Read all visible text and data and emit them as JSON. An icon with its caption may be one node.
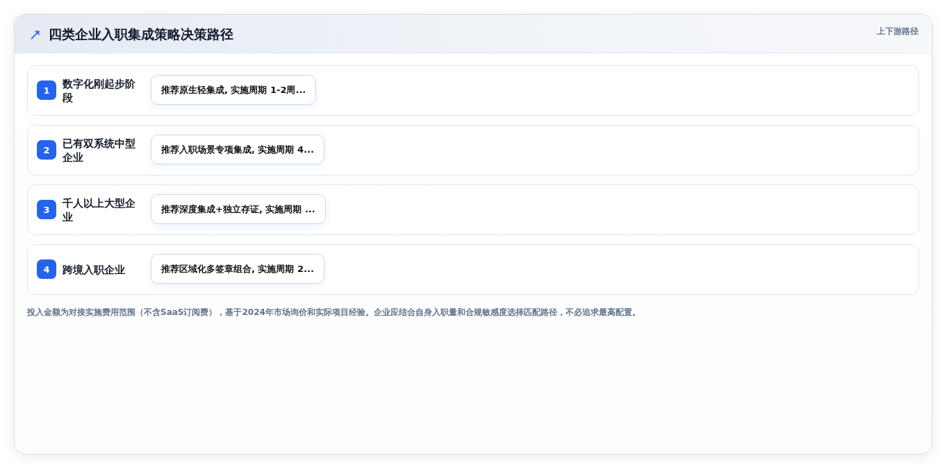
{
  "diagram": {
    "title": "四类企业入职集成策略决策路径",
    "nodes": [
      {
        "text": [
          "数字化刚起步阶段"
        ]
      },
      {
        "text": [
          "1"
        ],
        "in": 0
      },
      {
        "text": [
          "推荐原生轻集成, 实施周期 1-2周..."
        ],
        "in": 0
      },
      {
        "text": [
          "已有双系统中型企业"
        ]
      },
      {
        "text": [
          "2"
        ],
        "in": 3
      },
      {
        "text": [
          "推荐入职场景专项集成, 实施周期 4..."
        ],
        "in": 3
      },
      {
        "text": [
          "千人以上大型企业"
        ]
      },
      {
        "text": [
          "3"
        ],
        "in": 6
      },
      {
        "text": [
          "推荐深度集成+独立存证, 实施周期 ..."
        ],
        "in": 6
      },
      {
        "text": [
          "跨境入职企业"
        ]
      },
      {
        "text": [
          "4"
        ],
        "in": 9
      },
      {
        "text": [
          "推荐区域化多签章组合, 实施周期 2..."
        ],
        "in": 9
      }
    ],
    "labels": [
      "上下游路径"
    ],
    "caption": "投入金额为对接实施费用范围（不含SaaS订阅费），基于2024年市场询价和实际项目经验。企业应结合自身入职量和合规敏感度选择匹配路径，不必追求最高配置。"
  }
}
